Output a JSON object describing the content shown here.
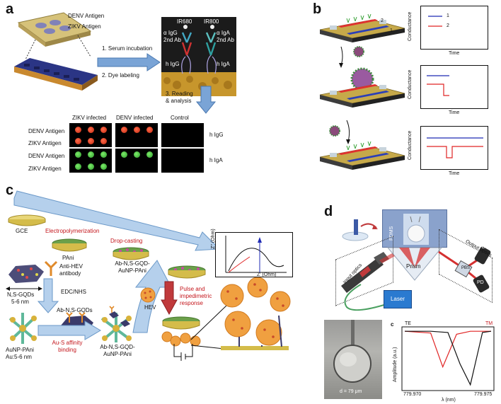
{
  "panels": {
    "a": {
      "letter": "a",
      "antigens": {
        "denv": "DENV Antigen",
        "zikv": "ZIKV Antigen"
      },
      "steps": {
        "s1": "1. Serum incubation",
        "s2": "2. Dye labeling",
        "s3a": "3. Reading",
        "s3b": "& analysis"
      },
      "molecules": {
        "ir680": "IR680",
        "ir800": "IR800",
        "aigg": "α IgG",
        "aiga": "α IgA",
        "ab2a": "2nd Ab",
        "ab2b": "2nd Ab",
        "higg": "h IgG",
        "higa": "h IgA"
      },
      "grid": {
        "columns": [
          "ZIKV infected",
          "DENV infected",
          "Control"
        ],
        "rows": [
          "DENV Antigen",
          "ZIKV Antigen",
          "DENV Antigen",
          "ZIKV Antigen"
        ],
        "groups": [
          "h IgG",
          "h IgA"
        ]
      }
    },
    "b": {
      "letter": "b",
      "ylabel": "Conductance",
      "xlabel": "Time",
      "legend": [
        "1",
        "2"
      ],
      "legend_colors": [
        "#1f2bb4",
        "#e02424"
      ],
      "chip_labels": [
        "2",
        "1"
      ]
    },
    "c": {
      "letter": "c",
      "gce": "GCE",
      "electropolymerization": "Electropolymerization",
      "pani": "PAni",
      "drop_casting": "Drop-casting",
      "gqd_l1": "Ab-N,S-GQD-",
      "gqd_l2": "AuNP-PAni",
      "anti_hev_l1": "Anti-HEV",
      "anti_hev_l2": "antibody",
      "edc": "EDC/NHS",
      "nsgqds_l1": "N,S-GQDs",
      "nsgqds_l2": "5-6 nm",
      "abns": "Ab-N,S-GQDs",
      "aunp_l1": "AuNP-PAni",
      "aunp_l2": "Au:5-6 nm",
      "aus_l1": "Au-S affinity",
      "aus_l2": "binding",
      "gqd2_l1": "Ab-N,S-GQD-",
      "gqd2_l2": "AuNP-PAni",
      "hev": "HEV",
      "pulse_l1": "Pulse and",
      "pulse_l2": "impedimetric",
      "pulse_l3": "response",
      "zimag": "Z'' (Ohm)",
      "zreal": "Z' (Ohm)"
    },
    "d": {
      "letter": "d",
      "pdms": "PDMS",
      "input_optics": "Input optics",
      "output_optics": "Output optics",
      "prism": "Prism",
      "laser": "Laser",
      "pd1": "PD",
      "pd2": "PD",
      "pbs": "PBS",
      "diameter": "d = 79 μm",
      "sublabel": "c",
      "te": "TE",
      "tm": "TM",
      "te_color": "#111111",
      "tm_color": "#e02424",
      "ylabel": "Amplitude (a.u.)",
      "xlabel": "λ (nm)",
      "xticks": [
        "779.970",
        "779.975"
      ]
    }
  },
  "chart_data": {
    "type": "line",
    "xlabel": "λ (nm)",
    "ylabel": "Amplitude (a.u.)",
    "xlim": [
      779.97,
      779.975
    ],
    "series": [
      {
        "name": "TE",
        "x": [
          779.97,
          779.9715,
          779.9725,
          779.9732,
          779.9738,
          779.9745,
          779.975
        ],
        "y": [
          0.95,
          0.95,
          0.93,
          0.4,
          0.05,
          0.93,
          0.95
        ]
      },
      {
        "name": "TM",
        "x": [
          779.97,
          779.9715,
          779.9722,
          779.973,
          779.9738,
          779.9745,
          779.975
        ],
        "y": [
          0.95,
          0.92,
          0.35,
          0.9,
          0.95,
          0.95,
          0.95
        ]
      }
    ]
  }
}
